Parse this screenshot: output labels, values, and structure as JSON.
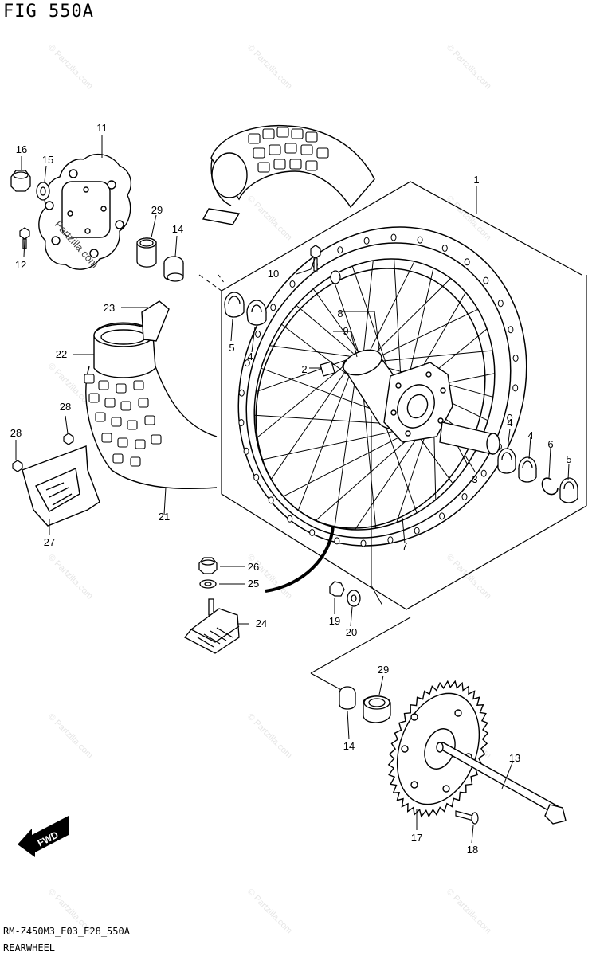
{
  "header": {
    "figure_title": "FIG 550A"
  },
  "footer": {
    "code": "RM-Z450M3_E03_E28_550A",
    "caption": "REARWHEEL"
  },
  "watermark": {
    "text": "© Partzilla.com",
    "color": "#e6e6e6"
  },
  "stamp": {
    "text": "Partzilla.com"
  },
  "direction_badge": {
    "text": "FWD"
  },
  "callouts": [
    {
      "id": "c1",
      "label": "1"
    },
    {
      "id": "c2",
      "label": "2"
    },
    {
      "id": "c3",
      "label": "3"
    },
    {
      "id": "c4a",
      "label": "4"
    },
    {
      "id": "c4b",
      "label": "4"
    },
    {
      "id": "c4c",
      "label": "4"
    },
    {
      "id": "c5a",
      "label": "5"
    },
    {
      "id": "c5b",
      "label": "5"
    },
    {
      "id": "c6",
      "label": "6"
    },
    {
      "id": "c7",
      "label": "7"
    },
    {
      "id": "c8",
      "label": "8"
    },
    {
      "id": "c9",
      "label": "9"
    },
    {
      "id": "c10",
      "label": "10"
    },
    {
      "id": "c11",
      "label": "11"
    },
    {
      "id": "c12",
      "label": "12"
    },
    {
      "id": "c13",
      "label": "13"
    },
    {
      "id": "c14a",
      "label": "14"
    },
    {
      "id": "c14b",
      "label": "14"
    },
    {
      "id": "c15",
      "label": "15"
    },
    {
      "id": "c16",
      "label": "16"
    },
    {
      "id": "c17",
      "label": "17"
    },
    {
      "id": "c18",
      "label": "18"
    },
    {
      "id": "c19",
      "label": "19"
    },
    {
      "id": "c20",
      "label": "20"
    },
    {
      "id": "c21",
      "label": "21"
    },
    {
      "id": "c22",
      "label": "22"
    },
    {
      "id": "c23",
      "label": "23"
    },
    {
      "id": "c24",
      "label": "24"
    },
    {
      "id": "c25",
      "label": "25"
    },
    {
      "id": "c26",
      "label": "26"
    },
    {
      "id": "c27",
      "label": "27"
    },
    {
      "id": "c28a",
      "label": "28"
    },
    {
      "id": "c28b",
      "label": "28"
    },
    {
      "id": "c29a",
      "label": "29"
    },
    {
      "id": "c29b",
      "label": "29"
    }
  ]
}
